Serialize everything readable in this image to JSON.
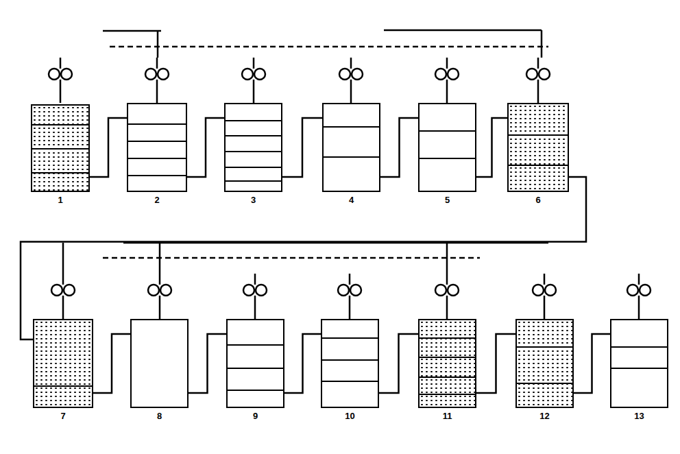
{
  "diagram": {
    "nodes": [
      {
        "text": [
          "1"
        ]
      },
      {
        "text": [
          "2"
        ]
      },
      {
        "text": [
          "3"
        ]
      },
      {
        "text": [
          "4"
        ]
      },
      {
        "text": [
          "5"
        ]
      },
      {
        "text": [
          "6"
        ]
      },
      {
        "text": [
          "7"
        ]
      },
      {
        "text": [
          "8"
        ]
      },
      {
        "text": [
          "9"
        ]
      },
      {
        "text": [
          "10"
        ]
      },
      {
        "text": [
          "11"
        ]
      },
      {
        "text": [
          "12"
        ]
      },
      {
        "text": [
          "13"
        ]
      }
    ],
    "edges": [
      {
        "from": 0,
        "to": 1,
        "arrow": "none"
      },
      {
        "from": 1,
        "to": 2,
        "arrow": "none"
      },
      {
        "from": 2,
        "to": 3,
        "arrow": "none"
      },
      {
        "from": 3,
        "to": 4,
        "arrow": "none"
      },
      {
        "from": 4,
        "to": 5,
        "arrow": "none"
      },
      {
        "from": 5,
        "to": 6,
        "arrow": "none"
      },
      {
        "from": 6,
        "to": 7,
        "arrow": "none"
      },
      {
        "from": 7,
        "to": 8,
        "arrow": "none"
      },
      {
        "from": 8,
        "to": 9,
        "arrow": "none"
      },
      {
        "from": 9,
        "to": 10,
        "arrow": "none"
      },
      {
        "from": 10,
        "to": 11,
        "arrow": "none"
      },
      {
        "from": 11,
        "to": 12,
        "arrow": "none"
      }
    ]
  }
}
